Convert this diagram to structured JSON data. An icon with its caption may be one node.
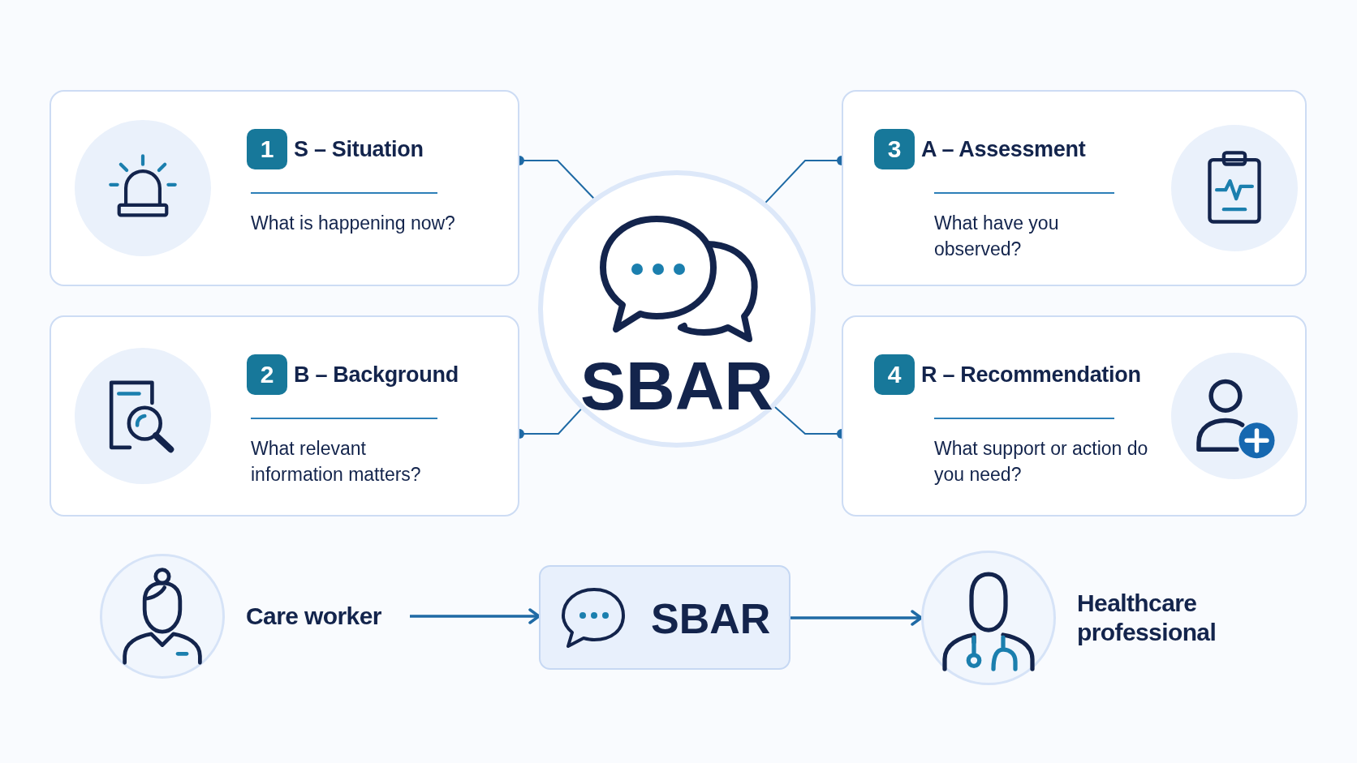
{
  "diagram": {
    "nodes": [
      {
        "text": [
          "1",
          "S – Situation",
          "What is happening now?"
        ]
      },
      {
        "text": [
          "3",
          "A – Assessment",
          "What have you observed?"
        ]
      },
      {
        "text": [
          "SBAR"
        ]
      },
      {
        "text": [
          "2",
          "B – Background",
          "What relevant information matters?"
        ]
      },
      {
        "text": [
          "4",
          "R – Recommendation",
          "What support or action do you need?"
        ]
      },
      {
        "text": [
          "Care worker"
        ]
      },
      {
        "text": [
          "SBAR"
        ]
      },
      {
        "text": [
          "Healthcare professional"
        ]
      }
    ],
    "edges": [
      {
        "from": 2,
        "to": 0,
        "arrow": "other"
      },
      {
        "from": 2,
        "to": 1,
        "arrow": "other"
      },
      {
        "from": 2,
        "to": 3,
        "arrow": "other"
      },
      {
        "from": 2,
        "to": 4,
        "arrow": "other"
      },
      {
        "from": 5,
        "to": 6,
        "arrow": "to"
      },
      {
        "from": 6,
        "to": 7,
        "arrow": "to"
      }
    ]
  }
}
